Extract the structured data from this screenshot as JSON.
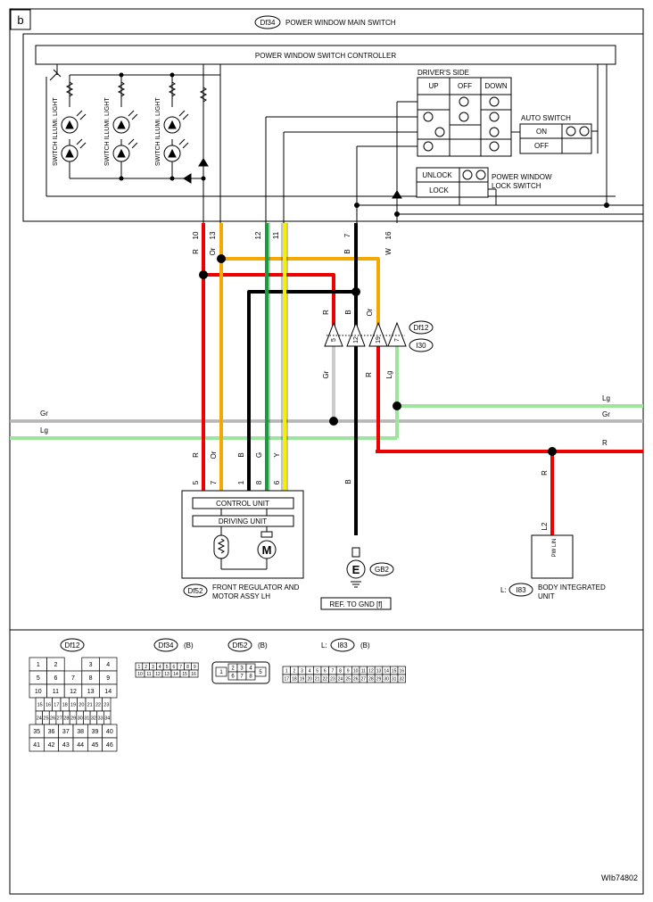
{
  "page_label": "b",
  "main_switch": {
    "code": "Df34",
    "name": "POWER WINDOW MAIN SWITCH",
    "controller": "POWER WINDOW SWITCH CONTROLLER",
    "illum_label": "SWITCH ILLUMI. LIGHT",
    "drivers_side": {
      "title": "DRIVER'S SIDE",
      "up": "UP",
      "off": "OFF",
      "down": "DOWN"
    },
    "auto_switch": {
      "title": "AUTO SWITCH",
      "on": "ON",
      "off": "OFF"
    },
    "lock_switch": {
      "unlock": "UNLOCK",
      "lock": "LOCK",
      "title_line1": "POWER WINDOW",
      "title_line2": "LOCK SWITCH"
    }
  },
  "pins": [
    {
      "num": "10",
      "color": "R"
    },
    {
      "num": "13",
      "color": "Or"
    },
    {
      "num": "12",
      "color": "G"
    },
    {
      "num": "11",
      "color": "Y"
    },
    {
      "num": "7",
      "color": "B"
    },
    {
      "num": "16",
      "color": "W"
    }
  ],
  "mid_labels": {
    "r": "R",
    "b": "B",
    "or": "Or",
    "gr": "Gr",
    "r2": "R",
    "lg": "Lg",
    "b2": "B"
  },
  "joint_connector": {
    "code1": "Df12",
    "code2": "I30",
    "pins": [
      "5",
      "12",
      "19",
      "7"
    ]
  },
  "harness": {
    "gr_left": "Gr",
    "lg_left": "Lg",
    "lg_right": "Lg",
    "gr_right": "Gr",
    "r_right": "R"
  },
  "motor_assy": {
    "code": "Df52",
    "name_line1": "FRONT REGULATOR AND",
    "name_line2": "MOTOR ASSY LH",
    "control_unit": "CONTROL UNIT",
    "driving_unit": "DRIVING UNIT",
    "motor_symbol": "M",
    "wire_colors": [
      "R",
      "Or",
      "B",
      "G",
      "Y"
    ],
    "pins": [
      "5",
      "7",
      "1",
      "8",
      "6"
    ]
  },
  "ground": {
    "symbol": "E",
    "code": "GB2",
    "wire": "B",
    "ref": "REF. TO GND [f]"
  },
  "body_unit": {
    "prefix": "L:",
    "code": "I83",
    "name_line1": "BODY INTEGRATED",
    "name_line2": "UNIT",
    "pw_lin": "PW LIN",
    "pin": "L2",
    "wire": "R"
  },
  "connectors": {
    "df12": {
      "code": "Df12",
      "rows": [
        [
          "1",
          "2",
          "",
          "3",
          "4"
        ],
        [
          "5",
          "6",
          "7",
          "8",
          "9"
        ],
        [
          "10",
          "11",
          "12",
          "13",
          "14"
        ],
        [
          "15",
          "16",
          "17",
          "18",
          "19",
          "20",
          "21",
          "22",
          "23"
        ],
        [
          "24",
          "25",
          "26",
          "27",
          "28",
          "29",
          "30",
          "31",
          "32",
          "33",
          "34"
        ],
        [
          "35",
          "36",
          "37",
          "38",
          "39",
          "40"
        ],
        [
          "41",
          "42",
          "43",
          "44",
          "45",
          "46"
        ]
      ]
    },
    "df34": {
      "code": "Df34",
      "suffix": "(B)",
      "top": [
        "1",
        "2",
        "3",
        "4",
        "5",
        "6",
        "7",
        "8",
        "9"
      ],
      "bottom": [
        "10",
        "11",
        "12",
        "13",
        "14",
        "15",
        "16"
      ]
    },
    "df52": {
      "code": "Df52",
      "suffix": "(B)",
      "top": [
        "2",
        "3",
        "4"
      ],
      "side_left": "1",
      "side_right": "5",
      "bottom": [
        "6",
        "7",
        "8"
      ]
    },
    "i83": {
      "prefix": "L:",
      "code": "I83",
      "suffix": "(B)",
      "top": [
        "1",
        "2",
        "3",
        "4",
        "5",
        "6",
        "7",
        "8",
        "9",
        "10",
        "11",
        "12",
        "13",
        "14",
        "15",
        "16"
      ],
      "bottom": [
        "17",
        "18",
        "19",
        "20",
        "21",
        "22",
        "23",
        "24",
        "25",
        "26",
        "27",
        "28",
        "29",
        "30",
        "31",
        "32"
      ]
    }
  },
  "figure_id": "WIb74802"
}
